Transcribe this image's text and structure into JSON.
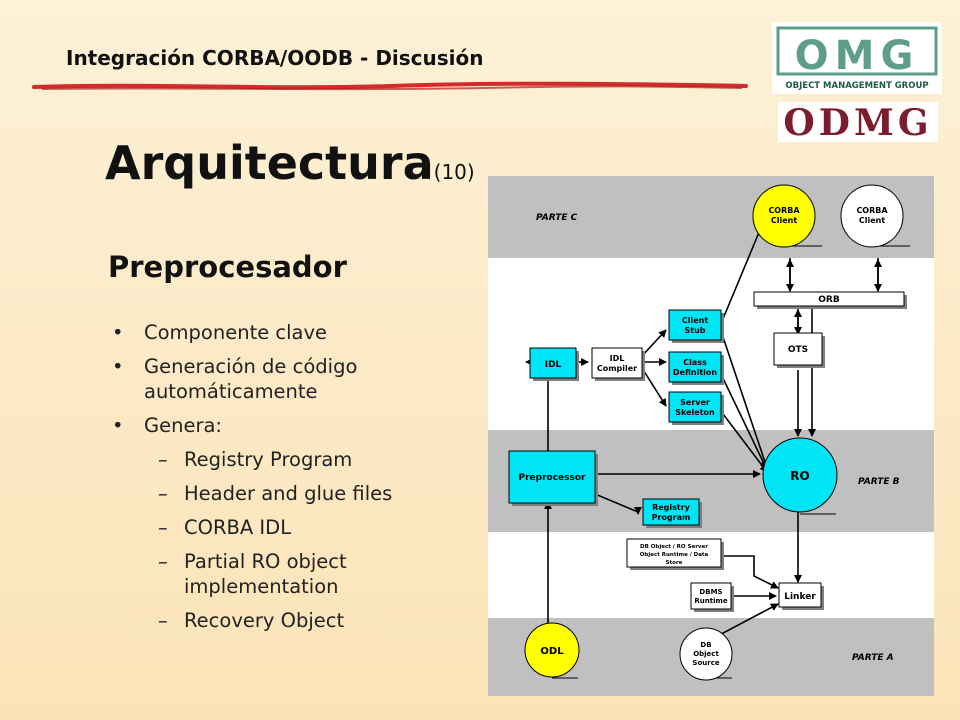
{
  "header": {
    "title": "Integración CORBA/OODB  -  Discusión"
  },
  "logos": {
    "omg_text": "OMG",
    "omg_subtitle": "OBJECT MANAGEMENT GROUP",
    "odmg_text": "ODMG"
  },
  "slide": {
    "title": "Arquitectura",
    "title_sub": "(10)",
    "subtitle": "Preprocesador"
  },
  "bullets": [
    {
      "text": "Componente clave"
    },
    {
      "text": "Generación de código automáticamente"
    },
    {
      "text": "Genera:"
    }
  ],
  "sub_bullets": [
    {
      "text": "Registry Program"
    },
    {
      "text": "Header and glue files"
    },
    {
      "text": "CORBA IDL"
    },
    {
      "text": "Partial RO object implementation"
    },
    {
      "text": "Recovery Object"
    }
  ],
  "diagram": {
    "bands": [
      "PARTE C",
      "PARTE B",
      "PARTE A"
    ],
    "nodes": {
      "corba_client_1": [
        "CORBA",
        "Client"
      ],
      "corba_client_2": [
        "CORBA",
        "Client"
      ],
      "orb": "ORB",
      "ots": "OTS",
      "client_stub": [
        "Client",
        "Stub"
      ],
      "class_definition": [
        "Class",
        "Definition"
      ],
      "server_skeleton": [
        "Server",
        "Skeleton"
      ],
      "idl": "IDL",
      "idl_compiler": [
        "IDL",
        "Compiler"
      ],
      "preprocessor": "Preprocessor",
      "ro": "RO",
      "registry_program": [
        "Registry",
        "Program"
      ],
      "db_object_runtime": [
        "DB Object / RO Server",
        "Object Runtime / Data",
        "Store"
      ],
      "dbms_runtime": [
        "DBMS",
        "Runtime"
      ],
      "linker": "Linker",
      "odl": "ODL",
      "db_object_source": [
        "DB",
        "Object",
        "Source"
      ]
    }
  },
  "colors": {
    "cyan": "#00e5f5",
    "yellow": "#ffff00",
    "band_gray": "#c0c0c0",
    "rule_red": "#d42a2a",
    "logo_green": "#5e9e86",
    "logo_maroon": "#7a1e2e"
  }
}
